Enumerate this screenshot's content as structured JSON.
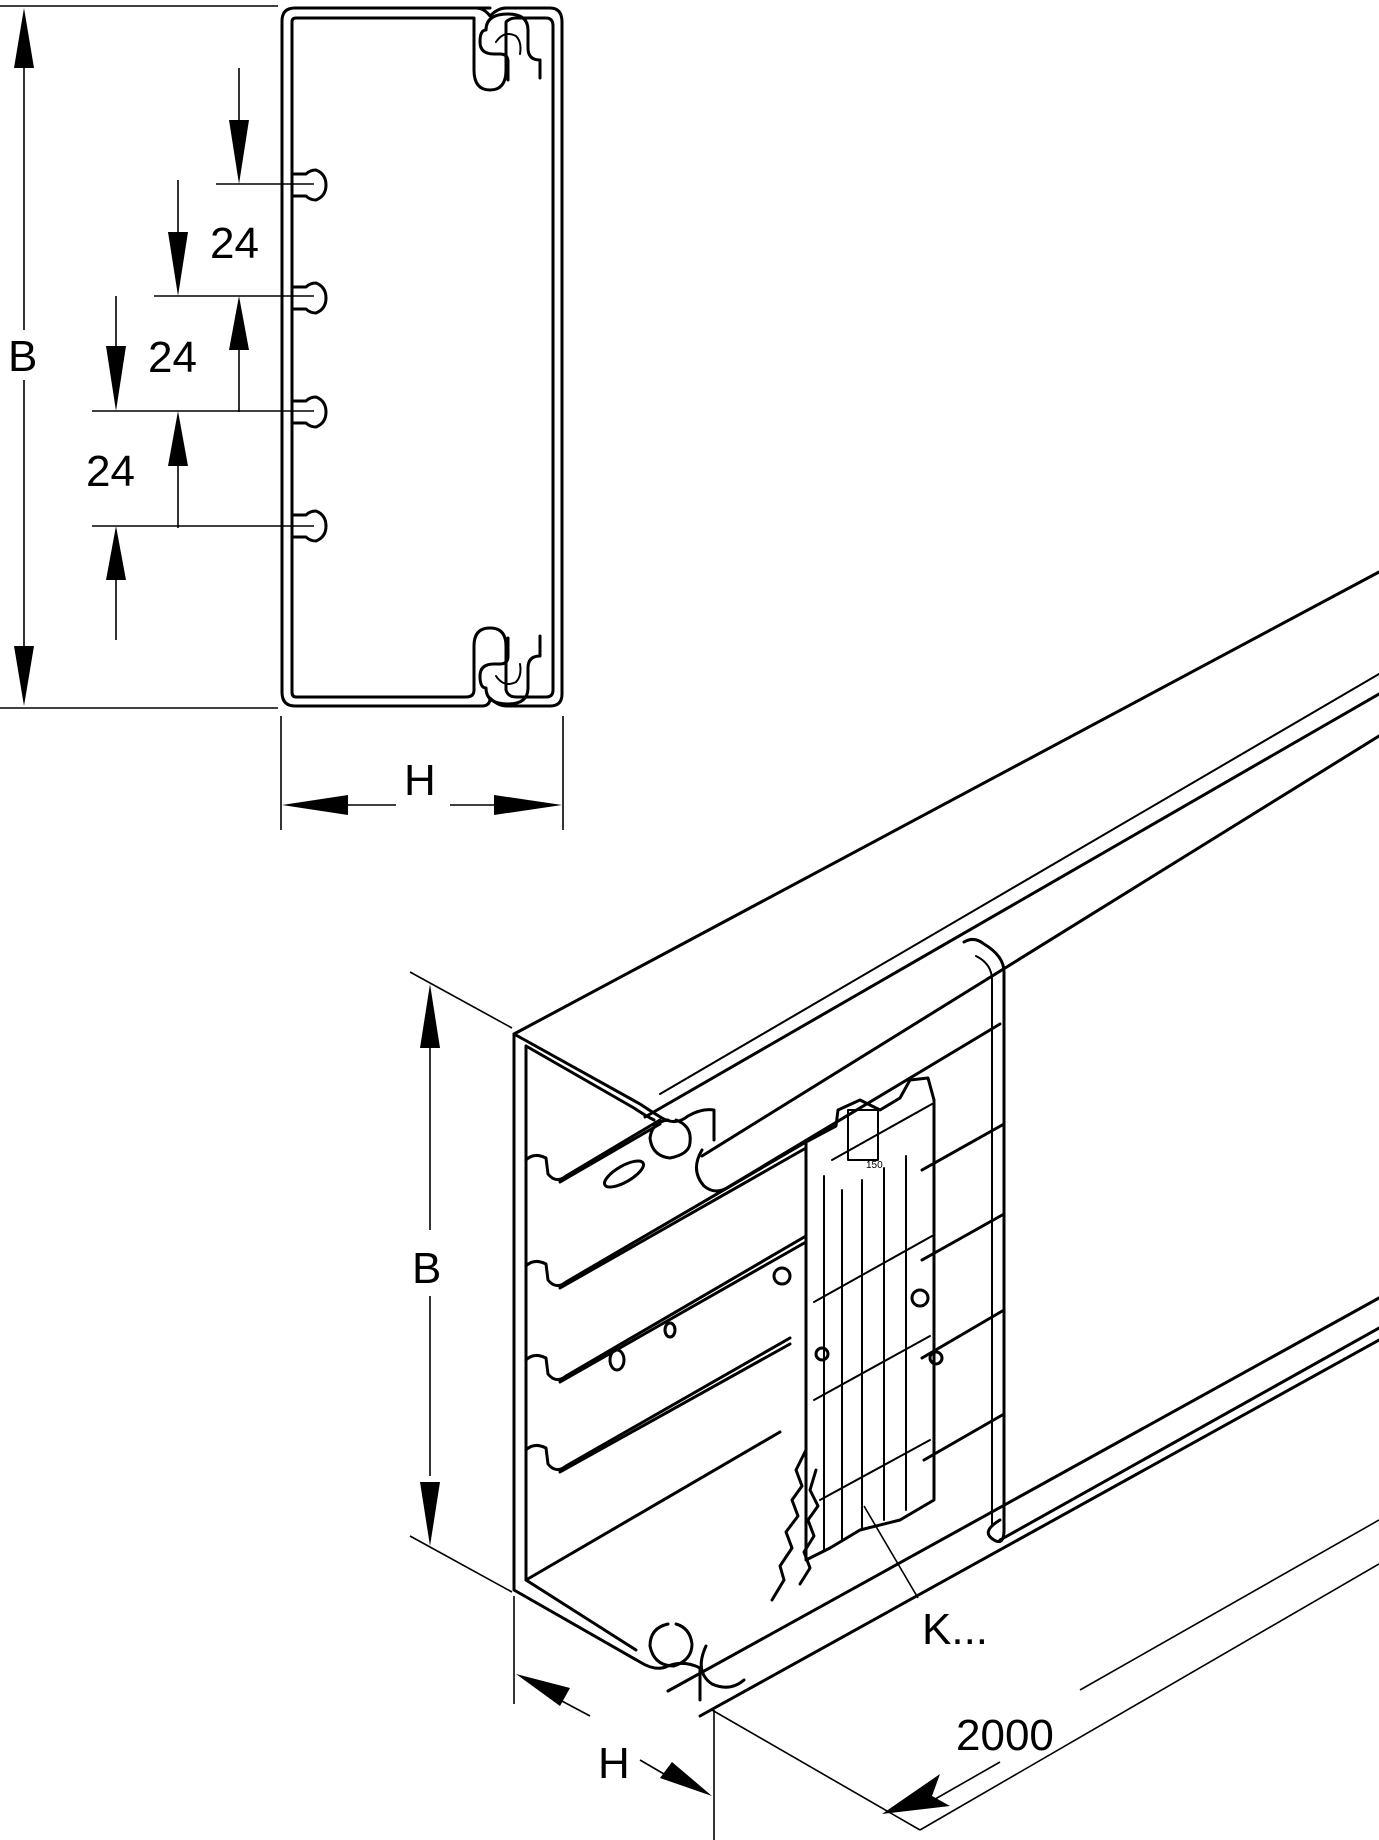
{
  "labels": {
    "b_section": "B",
    "h_section": "H",
    "pitch_1": "24",
    "pitch_2": "24",
    "pitch_3": "24",
    "b_iso": "B",
    "h_iso": "H",
    "length": "2000",
    "clip_ref": "K...",
    "clip_marking": "150"
  }
}
